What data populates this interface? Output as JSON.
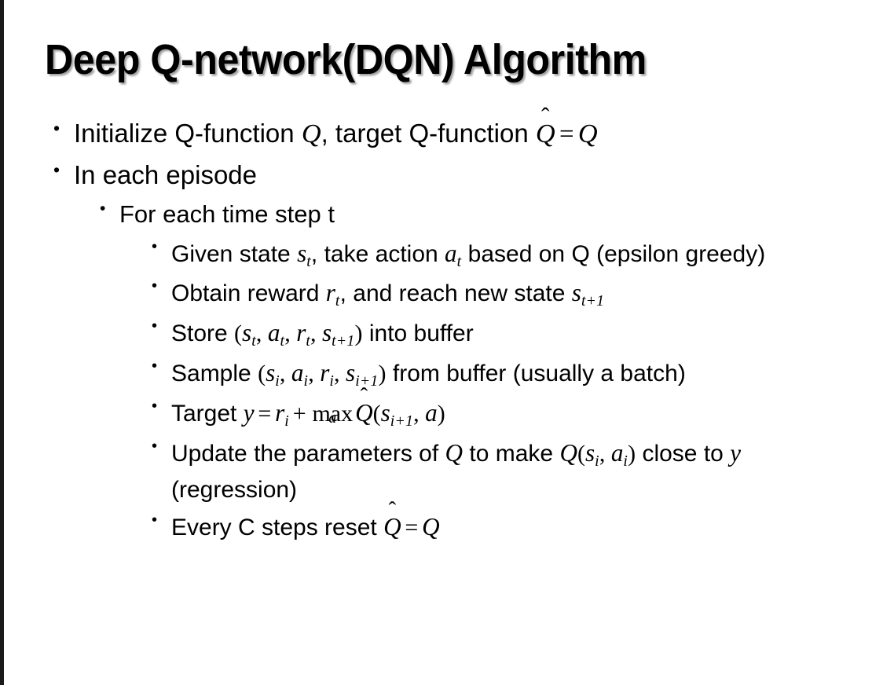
{
  "slide": {
    "title": "Deep Q-network(DQN) Algorithm",
    "background_color": "#ffffff",
    "text_color": "#000000",
    "edge_band_color": "#1a1a1a"
  },
  "bullets": {
    "marker": "•",
    "level1": [
      {
        "id": "initialize",
        "text_plain": "Initialize Q-function Q, target Q-function Q̂ = Q"
      },
      {
        "id": "in-each-episode",
        "text_plain": "In each episode"
      }
    ],
    "level2": [
      {
        "id": "for-each-time-step",
        "text_plain": "For each time step t"
      }
    ],
    "level3": [
      {
        "id": "given-state",
        "text_plain": "Given state s_t, take action a_t based on Q (epsilon greedy)"
      },
      {
        "id": "obtain-reward",
        "text_plain": "Obtain reward r_t, and reach new state s_t+1"
      },
      {
        "id": "store-transition",
        "text_plain": "Store (s_t, a_t, r_t, s_t+1) into buffer"
      },
      {
        "id": "sample-batch",
        "text_plain": "Sample (s_i, a_i, r_i, s_i+1) from buffer (usually a batch)"
      },
      {
        "id": "target",
        "text_plain": "Target y = r_i + max_a Q̂(s_i+1, a)"
      },
      {
        "id": "update-parameters",
        "text_plain": "Update the parameters of Q to make Q(s_i, a_i) close to y (regression)"
      },
      {
        "id": "reset-target",
        "text_plain": "Every C steps reset Q̂ = Q"
      }
    ]
  },
  "text": {
    "initialize_a": "Initialize Q-function ",
    "initialize_Q1": "Q",
    "initialize_b": ", target Q-function ",
    "initialize_Qhat": "Q",
    "initialize_hat": "̂",
    "initialize_eq": "=",
    "initialize_Q2": "Q",
    "in_each_episode": "In each episode",
    "for_each_time_step": "For each time step t",
    "given_a": "Given state ",
    "given_s": "s",
    "given_s_sub": "t",
    "given_b": ", take action ",
    "given_a_var": "a",
    "given_a_sub": "t",
    "given_c": " based on Q (epsilon greedy)",
    "obtain_a": "Obtain reward ",
    "obtain_r": "r",
    "obtain_r_sub": "t",
    "obtain_b": ", and reach new state ",
    "obtain_s": "s",
    "obtain_s_sub": "t+1",
    "store_a": "Store ",
    "store_lp": "(",
    "store_s": "s",
    "store_s_sub": "t",
    "store_c1": ", ",
    "store_av": "a",
    "store_a_sub": "t",
    "store_c2": ", ",
    "store_r": "r",
    "store_r_sub": "t",
    "store_c3": ", ",
    "store_s2": "s",
    "store_s2_sub": "t+1",
    "store_rp": ")",
    "store_b": " into buffer",
    "sample_a": "Sample ",
    "sample_lp": "(",
    "sample_s": "s",
    "sample_s_sub": "i",
    "sample_c1": ", ",
    "sample_av": "a",
    "sample_a_sub": "i",
    "sample_c2": ", ",
    "sample_r": "r",
    "sample_r_sub": "i",
    "sample_c3": ", ",
    "sample_s2": "s",
    "sample_s2_sub": "i+1",
    "sample_rp": ")",
    "sample_b": " from buffer (usually a batch)",
    "target_a": "Target ",
    "target_y": "y",
    "target_eq": "=",
    "target_r": "r",
    "target_r_sub": "i",
    "target_plus": "+",
    "target_max": "max",
    "target_max_lim": "a",
    "target_Qhat": "Q",
    "target_hat": "̂",
    "target_lp": "(",
    "target_s": "s",
    "target_s_sub": "i+1",
    "target_comma": ", ",
    "target_av": "a",
    "target_rp": ")",
    "update_a": "Update the parameters of ",
    "update_Q1": "Q",
    "update_b": " to make ",
    "update_Q2": "Q",
    "update_lp": "(",
    "update_s": "s",
    "update_s_sub": "i",
    "update_comma": ", ",
    "update_av": "a",
    "update_a_sub": "i",
    "update_rp": ")",
    "update_c": " close to ",
    "update_y": "y",
    "update_d": " (regression)",
    "reset_a": "Every C steps reset ",
    "reset_Qhat": "Q",
    "reset_hat": "̂",
    "reset_eq": "=",
    "reset_Q": "Q"
  }
}
